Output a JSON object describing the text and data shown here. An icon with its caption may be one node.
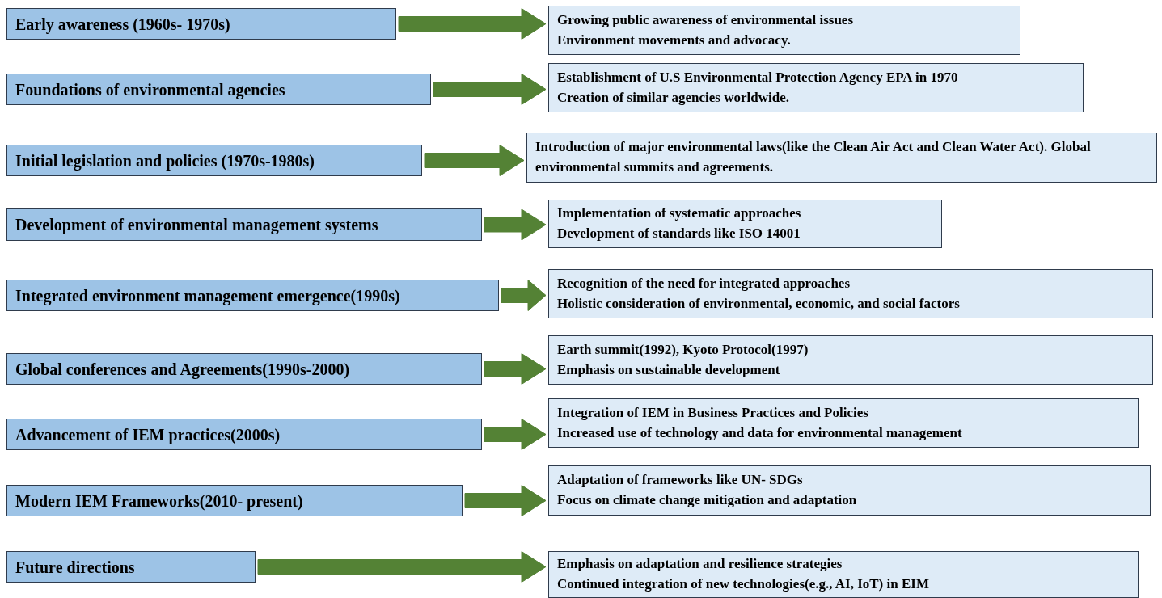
{
  "diagram": {
    "nodes": [
      {
        "text": [
          "Early awareness (1960s- 1970s)"
        ]
      },
      {
        "text": [
          "Growing public awareness of environmental issues",
          "Environment movements and advocacy."
        ]
      },
      {
        "text": [
          "Foundations of environmental agencies"
        ]
      },
      {
        "text": [
          "Establishment of U.S Environmental Protection Agency EPA in 1970",
          "Creation of similar agencies worldwide."
        ]
      },
      {
        "text": [
          "Initial legislation and policies (1970s-1980s)"
        ]
      },
      {
        "text": [
          "Introduction of major environmental laws(like the Clean Air Act and Clean Water Act). Global environmental summits and agreements."
        ]
      },
      {
        "text": [
          "Development of environmental management systems"
        ]
      },
      {
        "text": [
          "Implementation of systematic approaches",
          "Development of standards like ISO 14001"
        ]
      },
      {
        "text": [
          "Integrated environment management emergence(1990s)"
        ]
      },
      {
        "text": [
          "Recognition of the need for integrated approaches",
          "Holistic consideration of environmental, economic, and social factors"
        ]
      },
      {
        "text": [
          "Global conferences and Agreements(1990s-2000)"
        ]
      },
      {
        "text": [
          "Earth summit(1992), Kyoto Protocol(1997)",
          "Emphasis on sustainable development"
        ]
      },
      {
        "text": [
          "Advancement of IEM practices(2000s)"
        ]
      },
      {
        "text": [
          "Integration of IEM in Business Practices and Policies",
          "Increased use of technology and data for environmental management"
        ]
      },
      {
        "text": [
          "Modern IEM Frameworks(2010- present)"
        ]
      },
      {
        "text": [
          "Adaptation of frameworks like UN- SDGs",
          "Focus on climate change mitigation and adaptation"
        ]
      },
      {
        "text": [
          "Future directions"
        ]
      },
      {
        "text": [
          "Emphasis on adaptation and resilience strategies",
          "Continued integration of new technologies(e.g., AI, IoT) in EIM"
        ]
      }
    ],
    "edges": [
      {
        "from": 0,
        "to": 1,
        "arrow": "to"
      },
      {
        "from": 2,
        "to": 3,
        "arrow": "to"
      },
      {
        "from": 4,
        "to": 5,
        "arrow": "to"
      },
      {
        "from": 6,
        "to": 7,
        "arrow": "to"
      },
      {
        "from": 8,
        "to": 9,
        "arrow": "to"
      },
      {
        "from": 10,
        "to": 11,
        "arrow": "to"
      },
      {
        "from": 12,
        "to": 13,
        "arrow": "to"
      },
      {
        "from": 14,
        "to": 15,
        "arrow": "to"
      },
      {
        "from": 16,
        "to": 17,
        "arrow": "to"
      }
    ]
  }
}
